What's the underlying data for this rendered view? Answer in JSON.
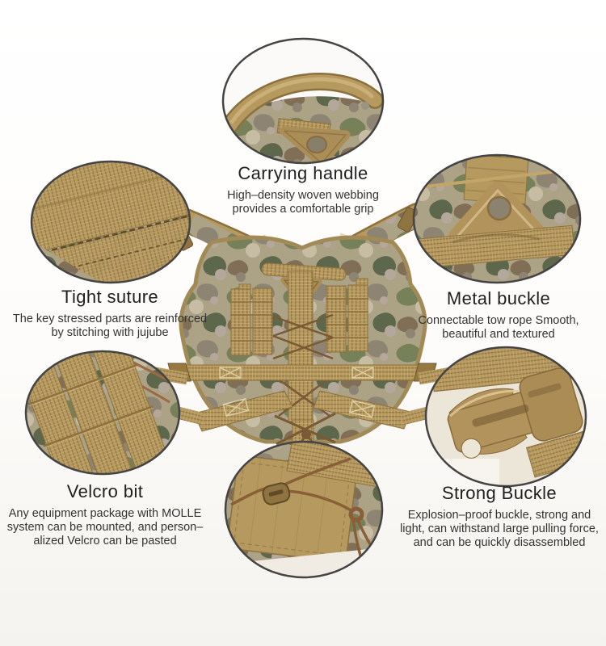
{
  "figure": {
    "kind": "product-feature-callouts",
    "subject_photo": "camouflage-tactical-vest-harness"
  },
  "callouts": [
    {
      "id": "carrying-handle",
      "title": "Carrying handle",
      "lines": [
        "High–density woven webbing",
        "provides a comfortable grip"
      ]
    },
    {
      "id": "tight-suture",
      "title": "Tight suture",
      "lines": [
        "The key stressed parts are reinforced",
        "by stitching with jujube"
      ]
    },
    {
      "id": "metal-buckle",
      "title": "Metal buckle",
      "lines": [
        "Connectable tow rope Smooth,",
        "beautiful and textured"
      ]
    },
    {
      "id": "velcro-bit",
      "title": "Velcro bit",
      "lines": [
        "Any equipment package with MOLLE",
        "system can be mounted, and person–",
        "alized Velcro can be pasted"
      ]
    },
    {
      "id": "strong-buckle",
      "title": "Strong Buckle",
      "lines": [
        "Explosion–proof buckle, strong and",
        "light, can withstand large pulling force,",
        "and can be quickly disassembled"
      ]
    }
  ],
  "insets": {
    "top_center": "carrying-handle-photo",
    "mid_left": "tight-suture-photo",
    "mid_right": "metal-buckle-photo",
    "bottom_left": "velcro-molle-photo",
    "bottom_right": "strong-buckle-photo",
    "bottom_center": "cord-lock-photo"
  },
  "colors": {
    "webbing_tan": "#b6995e",
    "webbing_dark": "#8d713d",
    "webbing_light": "#d6c18b",
    "camo_base": "#aca286",
    "ring": "#454443",
    "title_text": "#1f1f1f",
    "body_text": "#333333",
    "background": "#ffffff"
  }
}
